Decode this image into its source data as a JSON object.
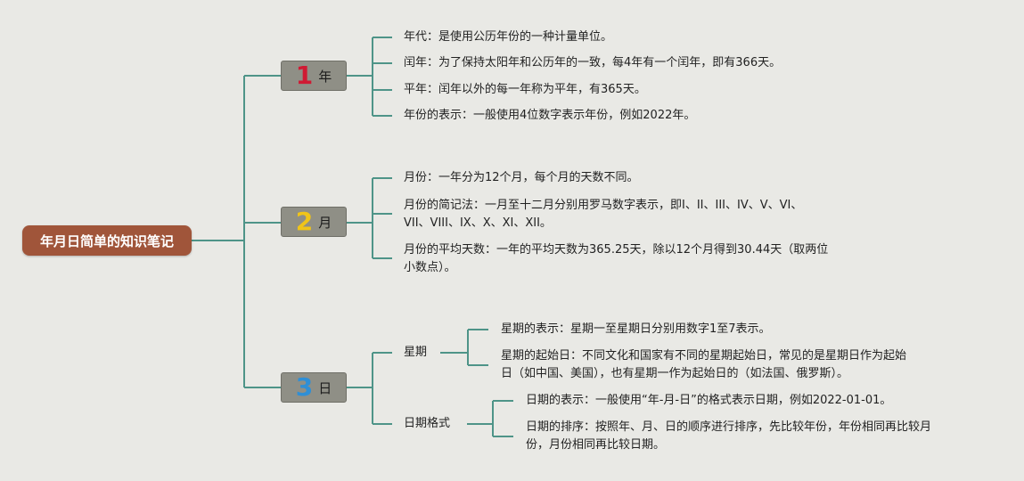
{
  "root": {
    "label": "年月日简单的知识笔记"
  },
  "topics": [
    {
      "num": "1",
      "label": "年"
    },
    {
      "num": "2",
      "label": "月"
    },
    {
      "num": "3",
      "label": "日"
    }
  ],
  "year_items": [
    "年代：是使用公历年份的一种计量单位。",
    "闰年：为了保持太阳年和公历年的一致，每4年有一个闰年，即有366天。",
    "平年：闰年以外的每一年称为平年，有365天。",
    "年份的表示：一般使用4位数字表示年份，例如2022年。"
  ],
  "month_items": [
    [
      "月份：一年分为12个月，每个月的天数不同。"
    ],
    [
      "月份的简记法：一月至十二月分别用罗马数字表示，即I、II、III、IV、V、VI、",
      "VII、VIII、IX、X、XI、XII。"
    ],
    [
      "月份的平均天数：一年的平均天数为365.25天，除以12个月得到30.44天（取两位",
      "小数点）。"
    ]
  ],
  "day": {
    "week": {
      "label": "星期",
      "items": [
        [
          "星期的表示：星期一至星期日分别用数字1至7表示。"
        ],
        [
          "星期的起始日：不同文化和国家有不同的星期起始日，常见的是星期日作为起始",
          "日（如中国、美国），也有星期一作为起始日的（如法国、俄罗斯）。"
        ]
      ]
    },
    "date": {
      "label": "日期格式",
      "items": [
        [
          "日期的表示：一般使用“年-月-日”的格式表示日期，例如2022-01-01。"
        ],
        [
          "日期的排序：按照年、月、日的顺序进行排序，先比较年份，年份相同再比较月",
          "份，月份相同再比较日期。"
        ]
      ]
    }
  },
  "colors": {
    "line": "#4e9488",
    "root": "#a0553a",
    "topic": "#8f8f86"
  }
}
